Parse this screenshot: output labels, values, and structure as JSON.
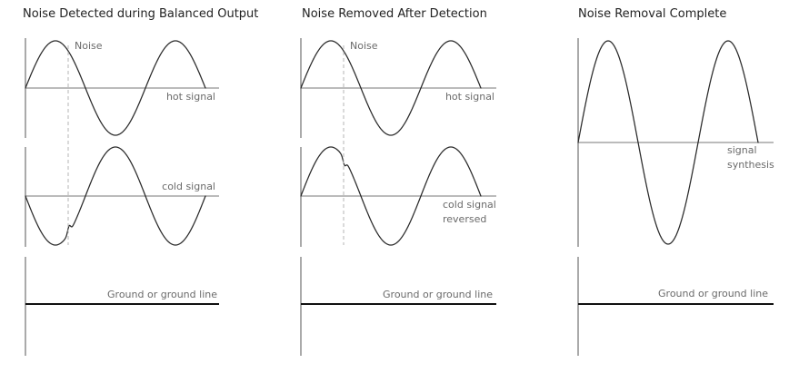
{
  "panels": [
    {
      "title": "Noise Detected during Balanced Output",
      "noise_label": "Noise",
      "hot_label": "hot signal",
      "cold_label_1": "cold signal",
      "ground_label": "Ground or ground line"
    },
    {
      "title": "Noise Removed After Detection",
      "noise_label": "Noise",
      "hot_label": "hot signal",
      "cold_label_1": "cold signal",
      "cold_label_2": "reversed",
      "ground_label": "Ground or ground line"
    },
    {
      "title": "Noise Removal Complete",
      "synth_label_1": "signal",
      "synth_label_2": "synthesis",
      "ground_label": "Ground or ground line"
    }
  ]
}
